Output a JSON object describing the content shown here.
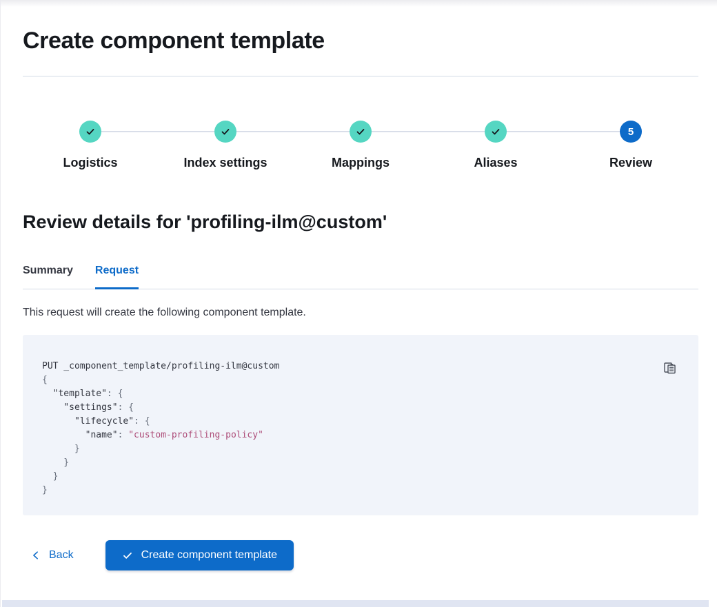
{
  "header": {
    "title": "Create component template"
  },
  "stepper": {
    "steps": [
      {
        "label": "Logistics",
        "status": "complete",
        "icon": "check-icon"
      },
      {
        "label": "Index settings",
        "status": "complete",
        "icon": "check-icon"
      },
      {
        "label": "Mappings",
        "status": "complete",
        "icon": "check-icon"
      },
      {
        "label": "Aliases",
        "status": "complete",
        "icon": "check-icon"
      },
      {
        "label": "Review",
        "status": "current",
        "number": "5"
      }
    ]
  },
  "review": {
    "heading": "Review details for 'profiling-ilm@custom'",
    "tabs": [
      {
        "label": "Summary",
        "active": false
      },
      {
        "label": "Request",
        "active": true
      }
    ],
    "description": "This request will create the following component template."
  },
  "code": {
    "copy_icon": "copy-clipboard-icon",
    "lines": [
      [
        {
          "t": "PUT _component_template/profiling-ilm@custom",
          "c": "plain"
        }
      ],
      [
        {
          "t": "{",
          "c": "punct"
        }
      ],
      [
        {
          "t": "  \"template\"",
          "c": "key"
        },
        {
          "t": ": ",
          "c": "punct"
        },
        {
          "t": "{",
          "c": "punct"
        }
      ],
      [
        {
          "t": "    \"settings\"",
          "c": "key"
        },
        {
          "t": ": ",
          "c": "punct"
        },
        {
          "t": "{",
          "c": "punct"
        }
      ],
      [
        {
          "t": "      \"lifecycle\"",
          "c": "key"
        },
        {
          "t": ": ",
          "c": "punct"
        },
        {
          "t": "{",
          "c": "punct"
        }
      ],
      [
        {
          "t": "        \"name\"",
          "c": "key"
        },
        {
          "t": ": ",
          "c": "punct"
        },
        {
          "t": "\"custom-profiling-policy\"",
          "c": "str"
        }
      ],
      [
        {
          "t": "      }",
          "c": "punct"
        }
      ],
      [
        {
          "t": "    }",
          "c": "punct"
        }
      ],
      [
        {
          "t": "  }",
          "c": "punct"
        }
      ],
      [
        {
          "t": "}",
          "c": "punct"
        }
      ]
    ]
  },
  "footer": {
    "back_label": "Back",
    "create_label": "Create component template"
  },
  "colors": {
    "primary_blue": "#0d6bc9",
    "step_complete_teal": "#55d6c2",
    "code_background": "#f1f4fa",
    "code_string": "#ad4c78",
    "divider": "#d3dae6",
    "heading_text": "#16191e",
    "body_text": "#343741"
  }
}
